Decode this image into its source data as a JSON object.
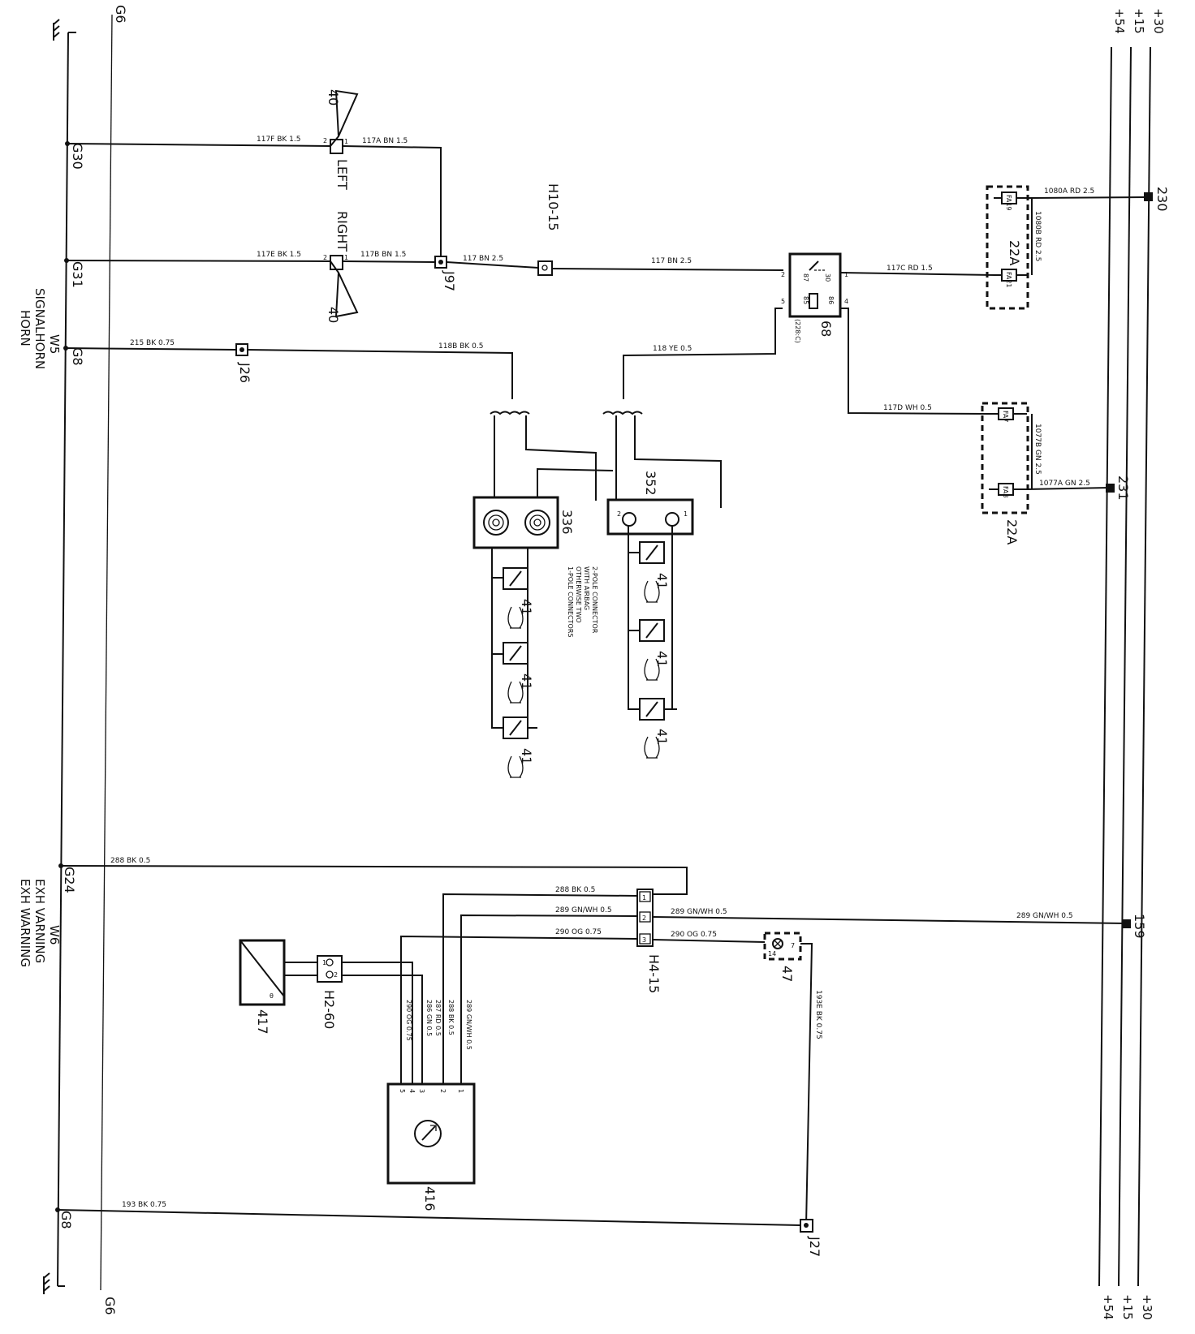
{
  "supply_rails": [
    "+30",
    "+15",
    "+54"
  ],
  "ground_buses": [
    "G6"
  ],
  "ground_points": [
    "G30",
    "G31",
    "G8",
    "G24",
    "G8"
  ],
  "sections": {
    "horn": {
      "code": "W5",
      "title": "SIGNALHORN",
      "subtitle": "HORN"
    },
    "exh": {
      "code": "W6",
      "title": "EXH VARNING",
      "subtitle": "EXH WARNING"
    }
  },
  "components": {
    "horn_left": {
      "id": "40",
      "side": "LEFT"
    },
    "horn_right": {
      "id": "40",
      "side": "RIGHT"
    },
    "junctions": [
      "J97",
      "J26",
      "J27"
    ],
    "connectors": [
      "H10-15",
      "H4-15",
      "H2-60"
    ],
    "relay": {
      "id": "68",
      "ref": "(228:C)",
      "pins": [
        "87",
        "85",
        "30",
        "86"
      ],
      "pin_nums": [
        "2",
        "5",
        "1",
        "4"
      ]
    },
    "fuse_box_top": {
      "id": "22A",
      "fuses": [
        "FA19",
        "FA21"
      ]
    },
    "fuse_box_bottom": {
      "id": "22A",
      "fuses": [
        "FA7",
        "FA8"
      ]
    },
    "clock_spring": "336",
    "airbag_unit": "352",
    "horn_buttons": [
      "41",
      "41",
      "41",
      "41",
      "41",
      "41"
    ],
    "lamp": "47",
    "module_416": "416",
    "sensor_417": "417",
    "sensor_symbol": "θ",
    "splice_points": [
      "230",
      "231",
      "159"
    ]
  },
  "wires": [
    "117F BK 1.5",
    "117A BN 1.5",
    "117E BK 1.5",
    "117B BN 1.5",
    "117 BN 2.5",
    "117 BN 2.5",
    "215 BK 0.75",
    "118B BK 0.5",
    "118 YE 0.5",
    "117C RD 1.5",
    "1080A RD 2.5",
    "1080B RD 2.5",
    "117D WH 0.5",
    "1077B GN 2.5",
    "1077A GN 2.5",
    "288 BK 0.5",
    "288 BK 0.5",
    "289 GN/WH 0.5",
    "289 GN/WH 0.5",
    "289 GN/WH 0.5",
    "290 OG 0.75",
    "290 OG 0.75",
    "193E BK 0.75",
    "193 BK 0.75",
    "289 GN/WH 0.5",
    "288 BK 0.5",
    "287 RD 0.5",
    "286 GN 0.5",
    "290 OG 0.75"
  ],
  "notes": {
    "airbag_note": [
      "2-POLE CONNECTOR",
      "WITH AIRBAG",
      "OTHERWISE TWO",
      "1-POLE CONNECTORS"
    ]
  }
}
